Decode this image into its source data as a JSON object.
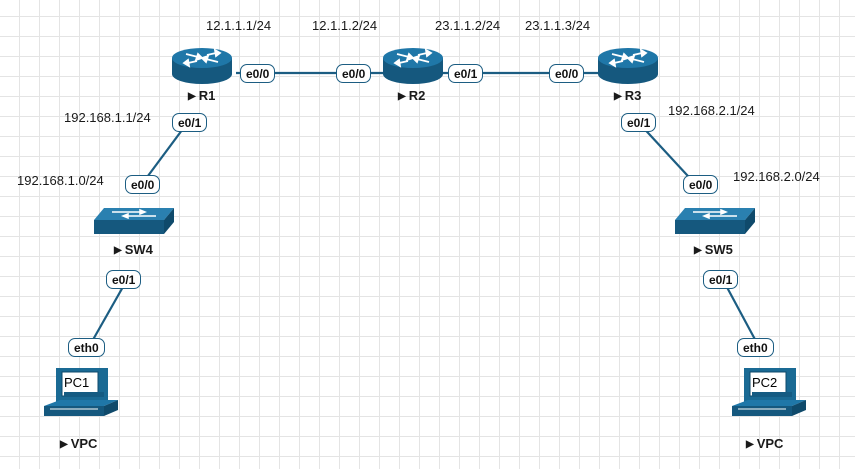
{
  "colors": {
    "device": "#1c6b95",
    "device_dark": "#0f4a6b",
    "link": "#1c5d82",
    "grid": "#e4e4e4"
  },
  "routers": {
    "r1": {
      "name": "R1",
      "icon": "router-icon"
    },
    "r2": {
      "name": "R2",
      "icon": "router-icon"
    },
    "r3": {
      "name": "R3",
      "icon": "router-icon"
    }
  },
  "switches": {
    "sw4": {
      "name": "SW4",
      "icon": "switch-icon"
    },
    "sw5": {
      "name": "SW5",
      "icon": "switch-icon"
    }
  },
  "pcs": {
    "pc1": {
      "name": "VPC",
      "screen_label": "PC1",
      "icon": "pc-icon"
    },
    "pc2": {
      "name": "VPC",
      "screen_label": "PC2",
      "icon": "pc-icon"
    }
  },
  "ports": {
    "r1_e00": "e0/0",
    "r2_e00": "e0/0",
    "r2_e01": "e0/1",
    "r3_e00": "e0/0",
    "r1_e01": "e0/1",
    "sw4_e00": "e0/0",
    "sw4_e01": "e0/1",
    "pc1_eth0": "eth0",
    "r3_e01": "e0/1",
    "sw5_e00": "e0/0",
    "sw5_e01": "e0/1",
    "pc2_eth0": "eth0"
  },
  "addresses": {
    "r1_r2_left": "12.1.1.1/24",
    "r1_r2_right": "12.1.1.2/24",
    "r2_r3_left": "23.1.1.2/24",
    "r2_r3_right": "23.1.1.3/24",
    "r1_lan_gw": "192.168.1.1/24",
    "lan1_net": "192.168.1.0/24",
    "r3_lan_gw": "192.168.2.1/24",
    "lan2_net": "192.168.2.0/24"
  }
}
